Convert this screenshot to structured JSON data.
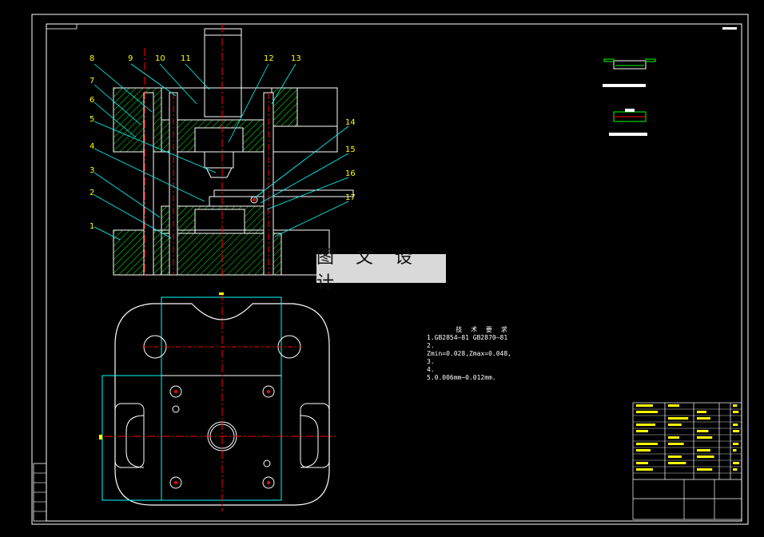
{
  "part_numbers": [
    "1",
    "2",
    "3",
    "4",
    "5",
    "6",
    "7",
    "8",
    "9",
    "10",
    "11",
    "12",
    "13",
    "14",
    "15",
    "16",
    "17"
  ],
  "watermark": "图 文 设 计",
  "tech_notes": {
    "title": "技 术 要 求",
    "lines": [
      "1.GB2854—81 GB2870—81",
      "2.",
      "Zmin=0.028,Zmax=0.048,",
      "3.",
      "4.",
      "5.0.006mm~0.012mm."
    ]
  },
  "detail_captions": [
    "",
    ""
  ],
  "colors": {
    "background": "#000000",
    "outline": "#ffffff",
    "hatch": "#00ff00",
    "centerline": "#ff0000",
    "leader": "#00ffff",
    "label": "#ffff00"
  }
}
